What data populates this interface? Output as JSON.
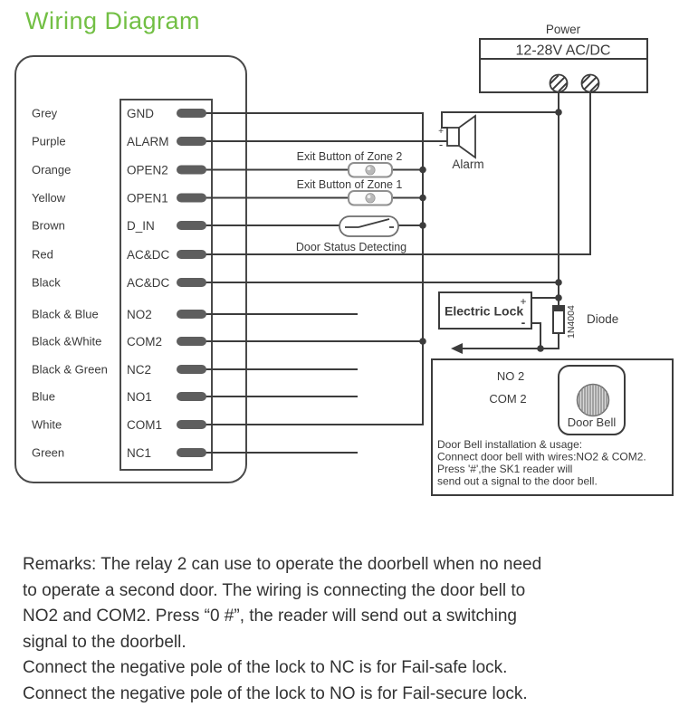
{
  "title": "Wiring Diagram",
  "colors": {
    "title_green": "#72bf44",
    "wire": "#3c3c3c",
    "terminal_pad": "#5e5e5e"
  },
  "power": {
    "label": "Power",
    "rating": "12-28V AC/DC"
  },
  "reader": {
    "rows": [
      {
        "wire": "Grey",
        "terminal": "GND"
      },
      {
        "wire": "Purple",
        "terminal": "ALARM"
      },
      {
        "wire": "Orange",
        "terminal": "OPEN2"
      },
      {
        "wire": "Yellow",
        "terminal": "OPEN1"
      },
      {
        "wire": "Brown",
        "terminal": "D_IN"
      },
      {
        "wire": "Red",
        "terminal": "AC&DC"
      },
      {
        "wire": "Black",
        "terminal": "AC&DC"
      },
      {
        "wire": "Black & Blue",
        "terminal": "NO2"
      },
      {
        "wire": "Black &White",
        "terminal": "COM2"
      },
      {
        "wire": "Black & Green",
        "terminal": "NC2"
      },
      {
        "wire": "Blue",
        "terminal": "NO1"
      },
      {
        "wire": "White",
        "terminal": "COM1"
      },
      {
        "wire": "Green",
        "terminal": "NC1"
      }
    ]
  },
  "circuit": {
    "exit_button_zone2": "Exit Button of Zone 2",
    "exit_button_zone1": "Exit Button of Zone 1",
    "door_status": "Door Status Detecting",
    "alarm_label": "Alarm",
    "alarm_plus": "+",
    "alarm_minus": "-",
    "lock_label": "Electric Lock",
    "lock_plus": "+",
    "lock_minus": "-",
    "diode_part": "1N4004",
    "diode_label": "Diode"
  },
  "doorbell": {
    "no2_label": "NO 2",
    "com2_label": "COM 2",
    "bell_label": "Door Bell",
    "info_lines": [
      "Door Bell installation & usage:",
      "Connect door bell with wires:NO2 & COM2.",
      "Press '#',the SK1 reader will",
      "send out a signal to the door bell."
    ]
  },
  "remarks": {
    "lines": [
      "Remarks: The relay 2 can use to operate the doorbell when no need",
      "to operate a second door. The wiring is connecting the door bell to",
      "NO2 and COM2. Press “0 #”, the reader will send out a switching",
      "signal to the doorbell.",
      "Connect the negative pole of the lock to NC is for Fail-safe lock.",
      "Connect the negative pole of the lock to NO is for Fail-secure lock."
    ]
  }
}
